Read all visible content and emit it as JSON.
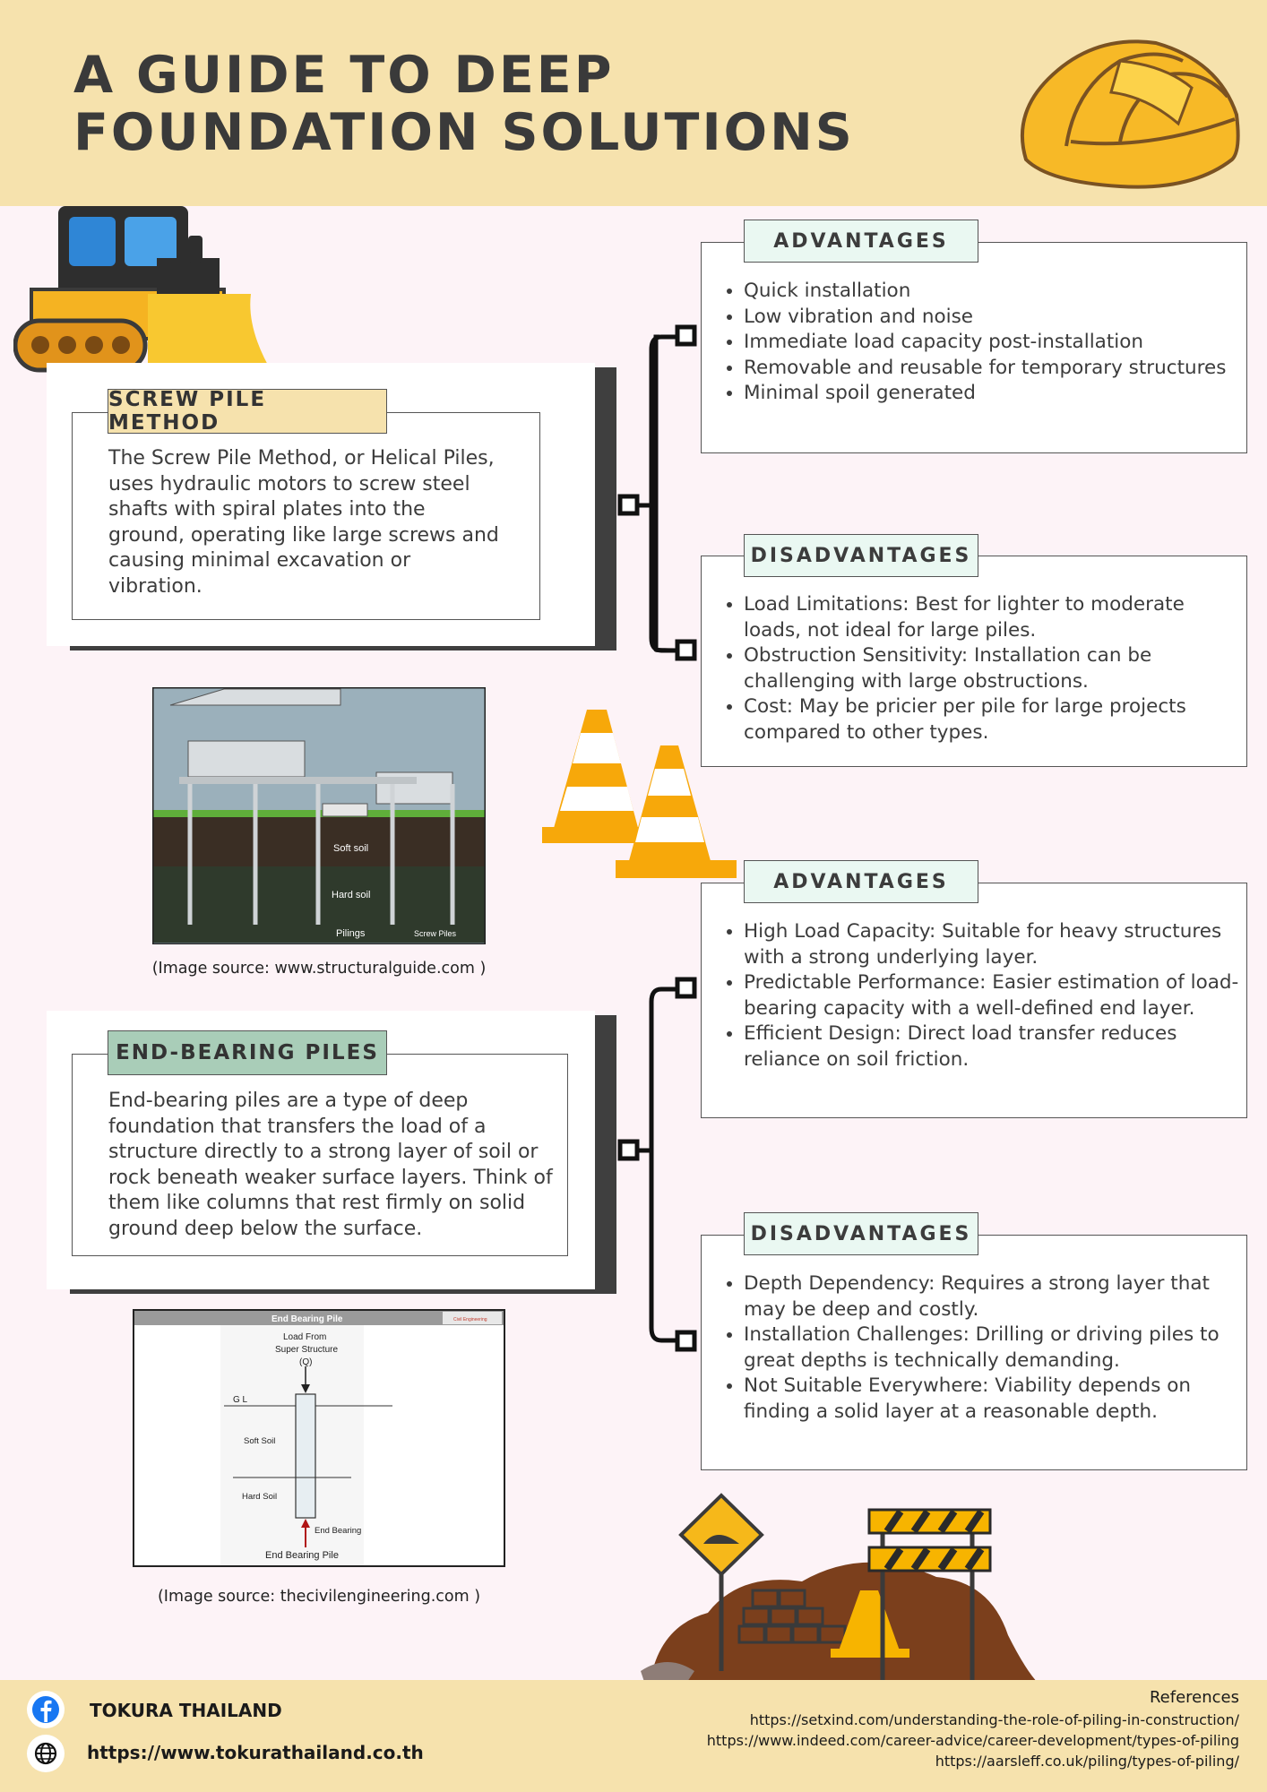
{
  "title": [
    "A GUIDE TO DEEP",
    "FOUNDATION SOLUTIONS"
  ],
  "screw_pile": {
    "tag": "SCREW PILE METHOD",
    "description": "The Screw Pile Method, or Helical Piles, uses hydraulic motors to screw steel shafts with spiral plates into the ground, operating like large screws and causing minimal excavation or vibration.",
    "advantages": {
      "label": "ADVANTAGES",
      "items": [
        "Quick installation",
        "Low vibration and noise",
        "Immediate load capacity post-installation",
        "Removable and reusable for temporary structures",
        "Minimal spoil generated"
      ]
    },
    "disadvantages": {
      "label": "DISADVANTAGES",
      "items": [
        "Load Limitations: Best for lighter to moderate loads, not ideal for large piles.",
        "Obstruction Sensitivity: Installation can be challenging with large obstructions.",
        "Cost: May be pricier per pile for large projects compared to other types."
      ]
    },
    "image": {
      "labels": {
        "soft": "Soft soil",
        "hard": "Hard soil",
        "pilings": "Pilings",
        "corner": "Screw Piles"
      },
      "caption": "(Image source: www.structuralguide.com )"
    }
  },
  "end_bearing": {
    "tag": "END-BEARING PILES",
    "description": "End-bearing piles are a type of deep foundation that transfers the load of a structure directly to a strong layer of soil or rock beneath weaker surface layers. Think of them like columns that rest firmly on solid ground deep below the surface.",
    "advantages": {
      "label": "ADVANTAGES",
      "items": [
        "High Load Capacity: Suitable for heavy structures with a strong underlying layer.",
        "Predictable Performance: Easier estimation of load-bearing capacity with a well-defined end layer.",
        "Efficient Design: Direct load transfer reduces reliance on soil friction."
      ]
    },
    "disadvantages": {
      "label": "DISADVANTAGES",
      "items": [
        "Depth Dependency: Requires a strong layer that may be deep and costly.",
        "Installation Challenges: Drilling or driving piles to great depths is technically demanding.",
        "Not Suitable Everywhere: Viability depends on finding a solid layer at a reasonable depth."
      ]
    },
    "image": {
      "header": "End Bearing Pile",
      "brand": "Civil Engineering",
      "load_1": "Load From",
      "load_2": "Super Structure",
      "load_3": "(Q)",
      "gl": "G L",
      "soft": "Soft Soil",
      "hard": "Hard Soil",
      "end_label": "End  Bearing",
      "footer": "End  Bearing Pile",
      "caption": "(Image source: thecivilengineering.com )"
    }
  },
  "footer": {
    "company": "TOKURA THAILAND",
    "website": "https://www.tokurathailand.co.th",
    "references_label": "References",
    "references": [
      "https://setxind.com/understanding-the-role-of-piling-in-construction/",
      "https://www.indeed.com/career-advice/career-development/types-of-piling",
      "https://aarsleff.co.uk/piling/types-of-piling/"
    ]
  },
  "icons": [
    "facebook-icon",
    "globe-icon",
    "hard-hat-icon",
    "bulldozer-icon",
    "traffic-cones-icon",
    "construction-site-icon"
  ],
  "colors": {
    "header": "#f6e2ad",
    "page": "#fdf3f7",
    "screw_tag": "#f6e2ad",
    "end_tag": "#a9cdb8",
    "info_tag": "#eaf8f2"
  }
}
